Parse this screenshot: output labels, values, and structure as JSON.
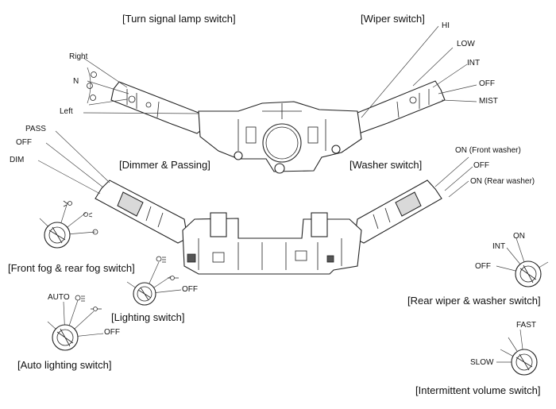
{
  "labels": {
    "turn_signal_title": "[Turn signal lamp switch]",
    "wiper_title": "[Wiper switch]",
    "dimmer_title": "[Dimmer & Passing]",
    "washer_title": "[Washer switch]",
    "front_fog_title": "[Front fog & rear fog switch]",
    "lighting_title": "[Lighting switch]",
    "auto_lighting_title": "[Auto lighting switch]",
    "rear_wiper_title": "[Rear wiper & washer switch]",
    "intermittent_title": "[Intermittent volume switch]"
  },
  "turn_signal_positions": [
    "Right",
    "N",
    "Left"
  ],
  "wiper_positions": [
    "HI",
    "LOW",
    "INT",
    "OFF",
    "MIST"
  ],
  "dimmer_positions": [
    "PASS",
    "OFF",
    "DIM"
  ],
  "washer_positions": [
    "ON (Front washer)",
    "OFF",
    "ON (Rear washer)"
  ],
  "rear_wiper_positions": [
    "ON",
    "INT",
    "OFF"
  ],
  "lighting_positions": [
    "OFF"
  ],
  "auto_lighting_positions": [
    "AUTO",
    "OFF"
  ],
  "intermittent_positions": [
    "FAST",
    "SLOW"
  ]
}
